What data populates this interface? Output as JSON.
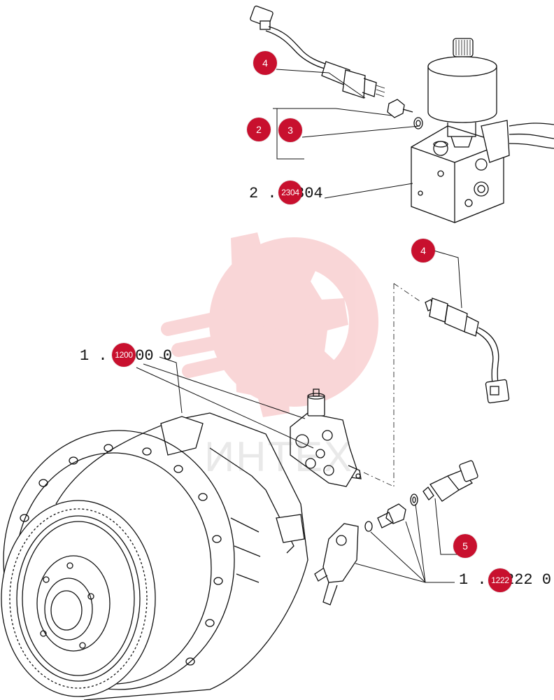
{
  "callouts": [
    {
      "id": "c4a",
      "label": "4"
    },
    {
      "id": "c2",
      "label": "2"
    },
    {
      "id": "c3",
      "label": "3"
    },
    {
      "id": "c2304",
      "label": "2304"
    },
    {
      "id": "c4b",
      "label": "4"
    },
    {
      "id": "c1200",
      "label": "1200"
    },
    {
      "id": "c5",
      "label": "5"
    },
    {
      "id": "c1222",
      "label": "1222"
    }
  ],
  "references": {
    "top_valve": "2 . 2304",
    "hub": "1 . 1200 0",
    "sensor_kit": "1 . 1222 0"
  },
  "watermark": {
    "text": "ИНТЕХ",
    "color": "#e8474f"
  },
  "colors": {
    "callout": "#c8102e",
    "line": "#111111"
  }
}
